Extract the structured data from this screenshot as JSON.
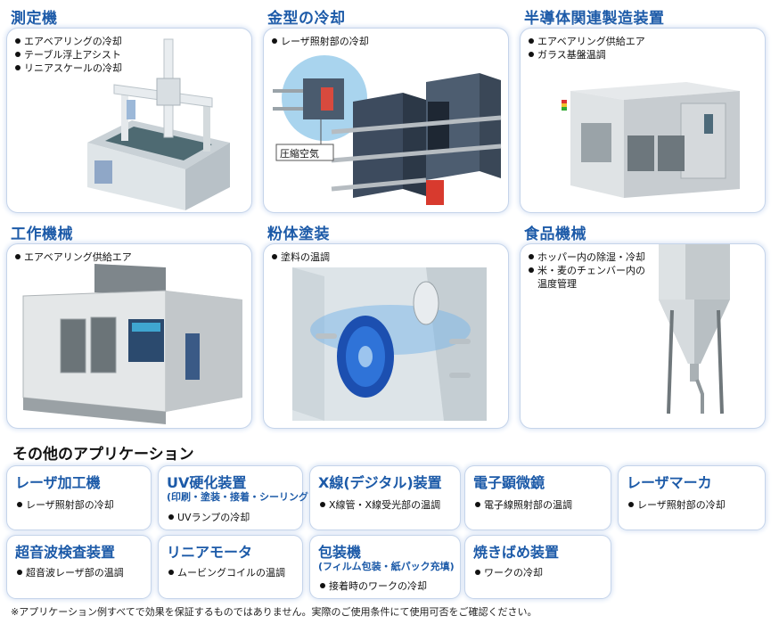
{
  "top_sections": [
    {
      "title": "測定機",
      "bullets": [
        "エアベアリングの冷却",
        "テーブル浮上アシスト",
        "リニアスケールの冷却"
      ]
    },
    {
      "title": "金型の冷却",
      "bullets": [
        "レーザ照射部の冷却"
      ],
      "callout": "圧縮空気"
    },
    {
      "title": "半導体関連製造装置",
      "bullets": [
        "エアベアリング供給エア",
        "ガラス基盤温調"
      ]
    },
    {
      "title": "工作機械",
      "bullets": [
        "エアベアリング供給エア"
      ]
    },
    {
      "title": "粉体塗装",
      "bullets": [
        "塗料の温調"
      ]
    },
    {
      "title": "食品機械",
      "bullets": [
        "ホッパー内の除湿・冷却",
        "米・麦のチェンバー内の",
        "温度管理"
      ]
    }
  ],
  "other_title": "その他のアプリケーション",
  "other_apps": [
    {
      "title": "レーザ加工機",
      "subtitle": "",
      "bullet": "レーザ照射部の冷却"
    },
    {
      "title": "UV硬化装置",
      "subtitle": "(印刷・塗装・接着・シーリング)",
      "bullet": "UVランプの冷却"
    },
    {
      "title": "X線(デジタル)装置",
      "subtitle": "",
      "bullet": "X線管・X線受光部の温調"
    },
    {
      "title": "電子顕微鏡",
      "subtitle": "",
      "bullet": "電子線照射部の温調"
    },
    {
      "title": "レーザマーカ",
      "subtitle": "",
      "bullet": "レーザ照射部の冷却"
    },
    {
      "title": "超音波検査装置",
      "subtitle": "",
      "bullet": "超音波レーザ部の温調"
    },
    {
      "title": "リニアモータ",
      "subtitle": "",
      "bullet": "ムービングコイルの温調"
    },
    {
      "title": "包装機",
      "subtitle": "(フィルム包装・紙パック充填)",
      "bullet": "接着時のワークの冷却"
    },
    {
      "title": "焼きばめ装置",
      "subtitle": "",
      "bullet": "ワークの冷却"
    }
  ],
  "footnote": "※アプリケーション例すべてで効果を保証するものではありません。実際のご使用条件にて使用可否をご確認ください。",
  "colors": {
    "accent": "#1c5aa8",
    "card_border": "#c5d4ea"
  }
}
